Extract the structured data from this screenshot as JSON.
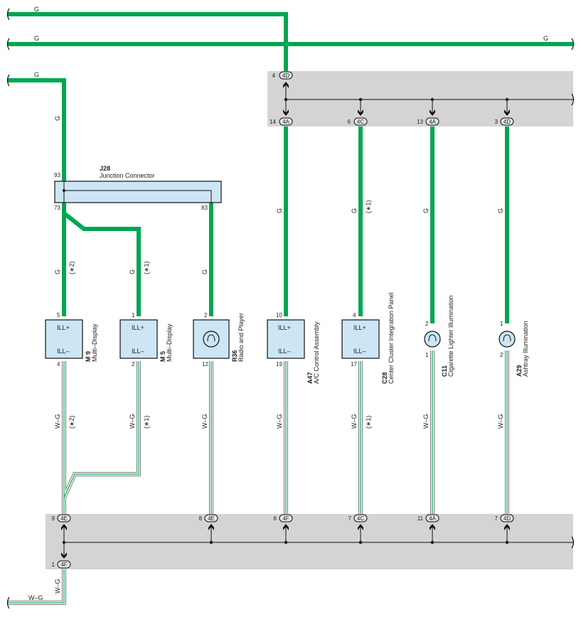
{
  "colors": {
    "wire_green": "#00a651",
    "wire_wg_stripe": "#00a651",
    "shaded": "#d4d4d6",
    "component": "#cce6f6",
    "junction": "#cce6f6"
  },
  "wires": {
    "g": "G",
    "wg": "W–G",
    "note1": "(∗1)",
    "note2": "(∗2)"
  },
  "junction": {
    "code": "J28",
    "name": "Junction Connector",
    "pin_in": "93",
    "pin_out_a": "73",
    "pin_out_b": "83"
  },
  "top_connectors": [
    {
      "pin": "4",
      "code": "4D"
    },
    {
      "pin": "14",
      "code": "4A"
    },
    {
      "pin": "6",
      "code": "4C"
    },
    {
      "pin": "13",
      "code": "4A"
    },
    {
      "pin": "3",
      "code": "4D"
    }
  ],
  "bottom_connectors": [
    {
      "pin": "9",
      "code": "4E"
    },
    {
      "pin": "8",
      "code": "4E"
    },
    {
      "pin": "6",
      "code": "4F"
    },
    {
      "pin": "7",
      "code": "4C"
    },
    {
      "pin": "11",
      "code": "4A"
    },
    {
      "pin": "7",
      "code": "4D"
    },
    {
      "pin": "1",
      "code": "4F"
    }
  ],
  "components": [
    {
      "code": "M 9",
      "name": "Multi–Display",
      "pin_top": "5",
      "pin_bottom": "4",
      "ill_plus": "ILL+",
      "ill_minus": "ILL–"
    },
    {
      "code": "M 5",
      "name": "Multi–Display",
      "pin_top": "1",
      "pin_bottom": "2",
      "ill_plus": "ILL+",
      "ill_minus": "ILL–"
    },
    {
      "code": "R36",
      "name": "Radio and Player",
      "pin_top": "2",
      "pin_bottom": "12"
    },
    {
      "code": "A47",
      "name": "A/C Control Assembly",
      "pin_top": "10",
      "pin_bottom": "19",
      "ill_plus": "ILL+",
      "ill_minus": "ILL–"
    },
    {
      "code": "C28",
      "name": "Center Cluster Integration Panel",
      "pin_top": "4",
      "pin_bottom": "17",
      "ill_plus": "ILL+",
      "ill_minus": "ILL–"
    },
    {
      "code": "C11",
      "name": "Cigarette Lighter Illumination",
      "pin_top": "2",
      "pin_bottom": "1"
    },
    {
      "code": "A29",
      "name": "Ashtray Illumination",
      "pin_top": "1",
      "pin_bottom": "2"
    }
  ]
}
